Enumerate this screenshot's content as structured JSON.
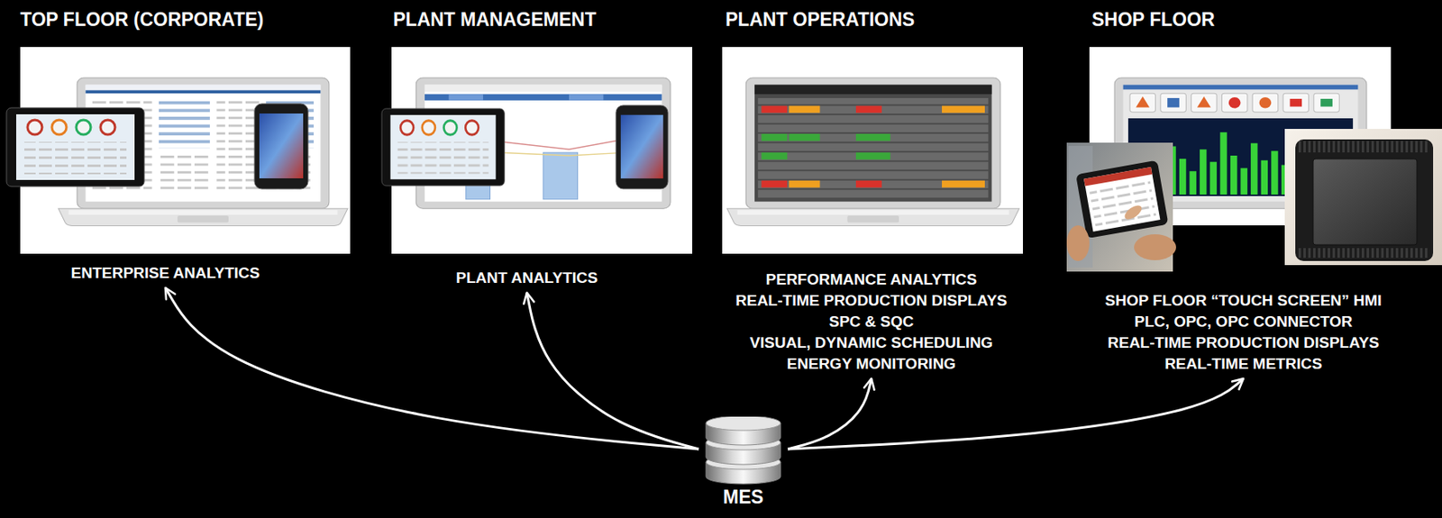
{
  "diagram": {
    "nodes": [
      {
        "text": [
          "TOP FLOOR (CORPORATE)",
          "ENTERPRISE ANALYTICS"
        ]
      },
      {
        "text": [
          "PLANT MANAGEMENT",
          "PLANT ANALYTICS"
        ]
      },
      {
        "text": [
          "PLANT OPERATIONS",
          "PERFORMANCE ANALYTICS",
          "REAL-TIME PRODUCTION DISPLAYS",
          "SPC & SQC",
          "VISUAL, DYNAMIC SCHEDULING",
          "ENERGY MONITORING"
        ]
      },
      {
        "text": [
          "SHOP FLOOR",
          "SHOP FLOOR “TOUCH SCREEN” HMI",
          "PLC, OPC, OPC CONNECTOR",
          "REAL-TIME PRODUCTION DISPLAYS",
          "REAL-TIME METRICS"
        ]
      },
      {
        "text": [
          "MES"
        ]
      }
    ],
    "edges": [
      {
        "from": 4,
        "to": 0,
        "arrow": "to"
      },
      {
        "from": 4,
        "to": 1,
        "arrow": "to"
      },
      {
        "from": 4,
        "to": 2,
        "arrow": "to"
      },
      {
        "from": 4,
        "to": 3,
        "arrow": "to"
      }
    ]
  }
}
